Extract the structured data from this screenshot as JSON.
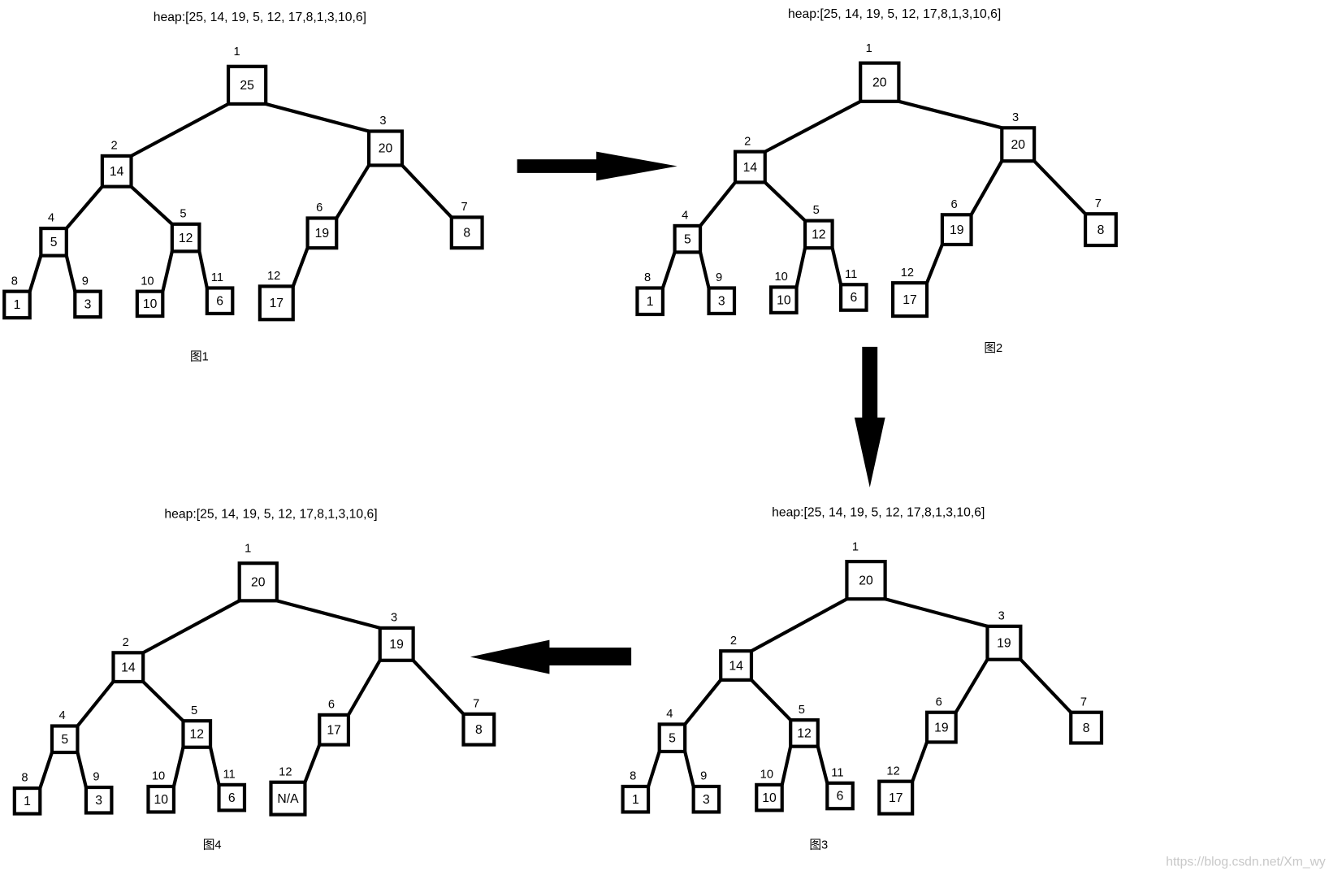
{
  "figures": [
    {
      "heading": "heap:[25, 14, 19, 5, 12, 17,8,1,3,10,6]",
      "caption": "图1",
      "nodes": [
        {
          "index": "1",
          "value": "25"
        },
        {
          "index": "2",
          "value": "14"
        },
        {
          "index": "3",
          "value": "20"
        },
        {
          "index": "4",
          "value": "5"
        },
        {
          "index": "5",
          "value": "12"
        },
        {
          "index": "6",
          "value": "19"
        },
        {
          "index": "7",
          "value": "8"
        },
        {
          "index": "8",
          "value": "1"
        },
        {
          "index": "9",
          "value": "3"
        },
        {
          "index": "10",
          "value": "10"
        },
        {
          "index": "11",
          "value": "6"
        },
        {
          "index": "12",
          "value": "17"
        }
      ]
    },
    {
      "heading": "heap:[25, 14, 19, 5, 12, 17,8,1,3,10,6]",
      "caption": "图2",
      "nodes": [
        {
          "index": "1",
          "value": "20"
        },
        {
          "index": "2",
          "value": "14"
        },
        {
          "index": "3",
          "value": "20"
        },
        {
          "index": "4",
          "value": "5"
        },
        {
          "index": "5",
          "value": "12"
        },
        {
          "index": "6",
          "value": "19"
        },
        {
          "index": "7",
          "value": "8"
        },
        {
          "index": "8",
          "value": "1"
        },
        {
          "index": "9",
          "value": "3"
        },
        {
          "index": "10",
          "value": "10"
        },
        {
          "index": "11",
          "value": "6"
        },
        {
          "index": "12",
          "value": "17"
        }
      ]
    },
    {
      "heading": "heap:[25, 14, 19, 5, 12, 17,8,1,3,10,6]",
      "caption": "图3",
      "nodes": [
        {
          "index": "1",
          "value": "20"
        },
        {
          "index": "2",
          "value": "14"
        },
        {
          "index": "3",
          "value": "19"
        },
        {
          "index": "4",
          "value": "5"
        },
        {
          "index": "5",
          "value": "12"
        },
        {
          "index": "6",
          "value": "19"
        },
        {
          "index": "7",
          "value": "8"
        },
        {
          "index": "8",
          "value": "1"
        },
        {
          "index": "9",
          "value": "3"
        },
        {
          "index": "10",
          "value": "10"
        },
        {
          "index": "11",
          "value": "6"
        },
        {
          "index": "12",
          "value": "17"
        }
      ]
    },
    {
      "heading": "heap:[25, 14, 19, 5, 12, 17,8,1,3,10,6]",
      "caption": "图4",
      "nodes": [
        {
          "index": "1",
          "value": "20"
        },
        {
          "index": "2",
          "value": "14"
        },
        {
          "index": "3",
          "value": "19"
        },
        {
          "index": "4",
          "value": "5"
        },
        {
          "index": "5",
          "value": "12"
        },
        {
          "index": "6",
          "value": "17"
        },
        {
          "index": "7",
          "value": "8"
        },
        {
          "index": "8",
          "value": "1"
        },
        {
          "index": "9",
          "value": "3"
        },
        {
          "index": "10",
          "value": "10"
        },
        {
          "index": "11",
          "value": "6"
        },
        {
          "index": "12",
          "value": "N/A"
        }
      ]
    }
  ],
  "edges": [
    [
      1,
      2
    ],
    [
      1,
      3
    ],
    [
      2,
      4
    ],
    [
      2,
      5
    ],
    [
      3,
      6
    ],
    [
      3,
      7
    ],
    [
      4,
      8
    ],
    [
      4,
      9
    ],
    [
      5,
      10
    ],
    [
      5,
      11
    ],
    [
      6,
      12
    ]
  ],
  "watermark": "https://blog.csdn.net/Xm_wy",
  "colors": {
    "ink": "#000000",
    "background": "#ffffff",
    "watermark": "#c8c8c8"
  }
}
